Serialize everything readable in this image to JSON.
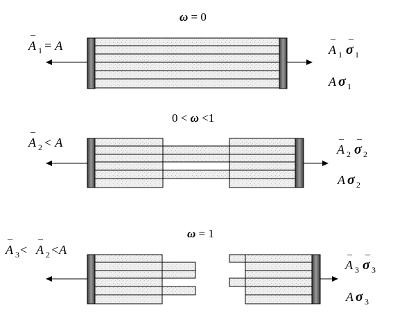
{
  "panels": [
    {
      "condition": {
        "omega": "ω",
        "rel": " = 0"
      },
      "left_label": {
        "a": "A",
        "sub": "1",
        "rest": " = A"
      },
      "right_top": {
        "a": "A",
        "sub1": "1",
        "sigma": "σ",
        "sub2": "1"
      },
      "right_bottom": {
        "a": "A",
        "sigma": "σ",
        "sub": "1"
      }
    },
    {
      "condition": {
        "pre": "0 < ",
        "omega": "ω",
        "rel": " <1"
      },
      "left_label": {
        "a": "A",
        "sub": "2",
        "rest": " < A"
      },
      "right_top": {
        "a": "A",
        "sub1": "2",
        "sigma": "σ",
        "sub2": "2"
      },
      "right_bottom": {
        "a": "A",
        "sigma": "σ",
        "sub": "2"
      }
    },
    {
      "condition": {
        "omega": "ω",
        "rel": " = 1"
      },
      "left_label": {
        "a1": "A",
        "sub1": "3",
        "mid": " < ",
        "a2": "A",
        "sub2": "2",
        "rest": " <A"
      },
      "right_top": {
        "a": "A",
        "sub1": "3",
        "sigma": "σ",
        "sub2": "3"
      },
      "right_bottom": {
        "a": "A",
        "sigma": "σ",
        "sub": "3"
      }
    }
  ],
  "colors": {
    "fiber_fill": "#ededed",
    "fiber_stroke": "#000000",
    "plate_dark": "#4a4a4a",
    "plate_light": "#a8a8a8"
  }
}
